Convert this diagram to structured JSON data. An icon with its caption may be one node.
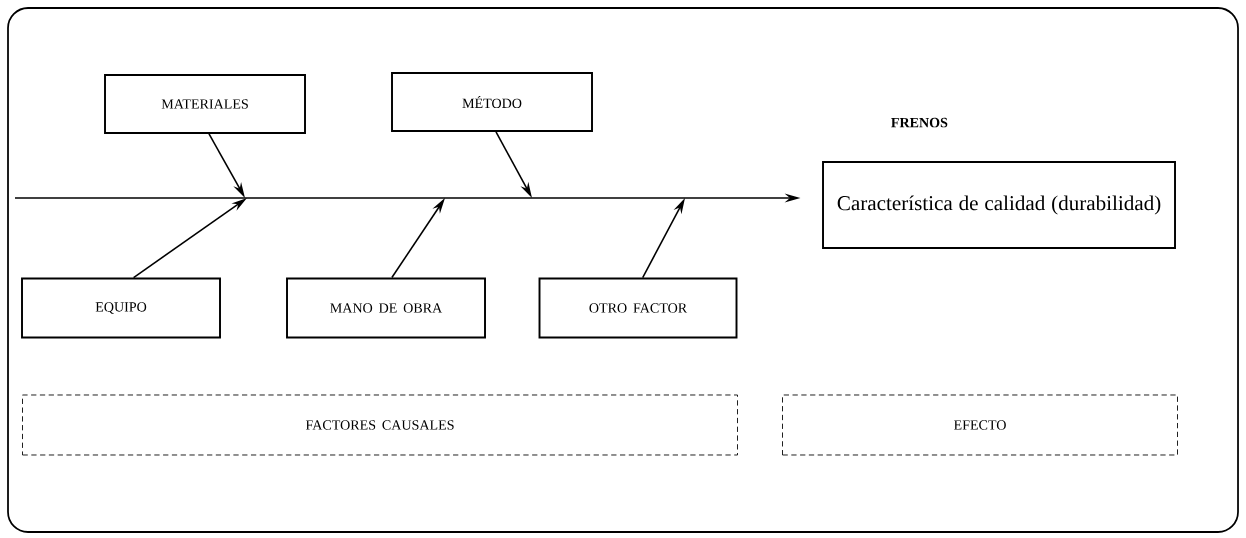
{
  "diagram": {
    "nodes": [
      {
        "text": [
          "MATERIALES"
        ]
      },
      {
        "text": [
          "MÉTODO"
        ]
      },
      {
        "text": [
          "FRENOS",
          "Característica de calidad (durabilidad)"
        ]
      },
      {
        "text": [
          "EQUIPO"
        ]
      },
      {
        "text": [
          "MANO DE OBRA"
        ]
      },
      {
        "text": [
          "OTRO FACTOR"
        ]
      },
      {
        "text": [
          "FACTORES CAUSALES"
        ]
      },
      {
        "text": [
          "EFECTO"
        ]
      }
    ],
    "edges": [
      {
        "from": null,
        "to": 2,
        "arrow": "to"
      },
      {
        "from": 0,
        "to": null,
        "arrow": "to"
      },
      {
        "from": 1,
        "to": null,
        "arrow": "to"
      },
      {
        "from": 3,
        "to": null,
        "arrow": "to"
      },
      {
        "from": 4,
        "to": null,
        "arrow": "to"
      },
      {
        "from": 5,
        "to": null,
        "arrow": "to"
      }
    ]
  }
}
